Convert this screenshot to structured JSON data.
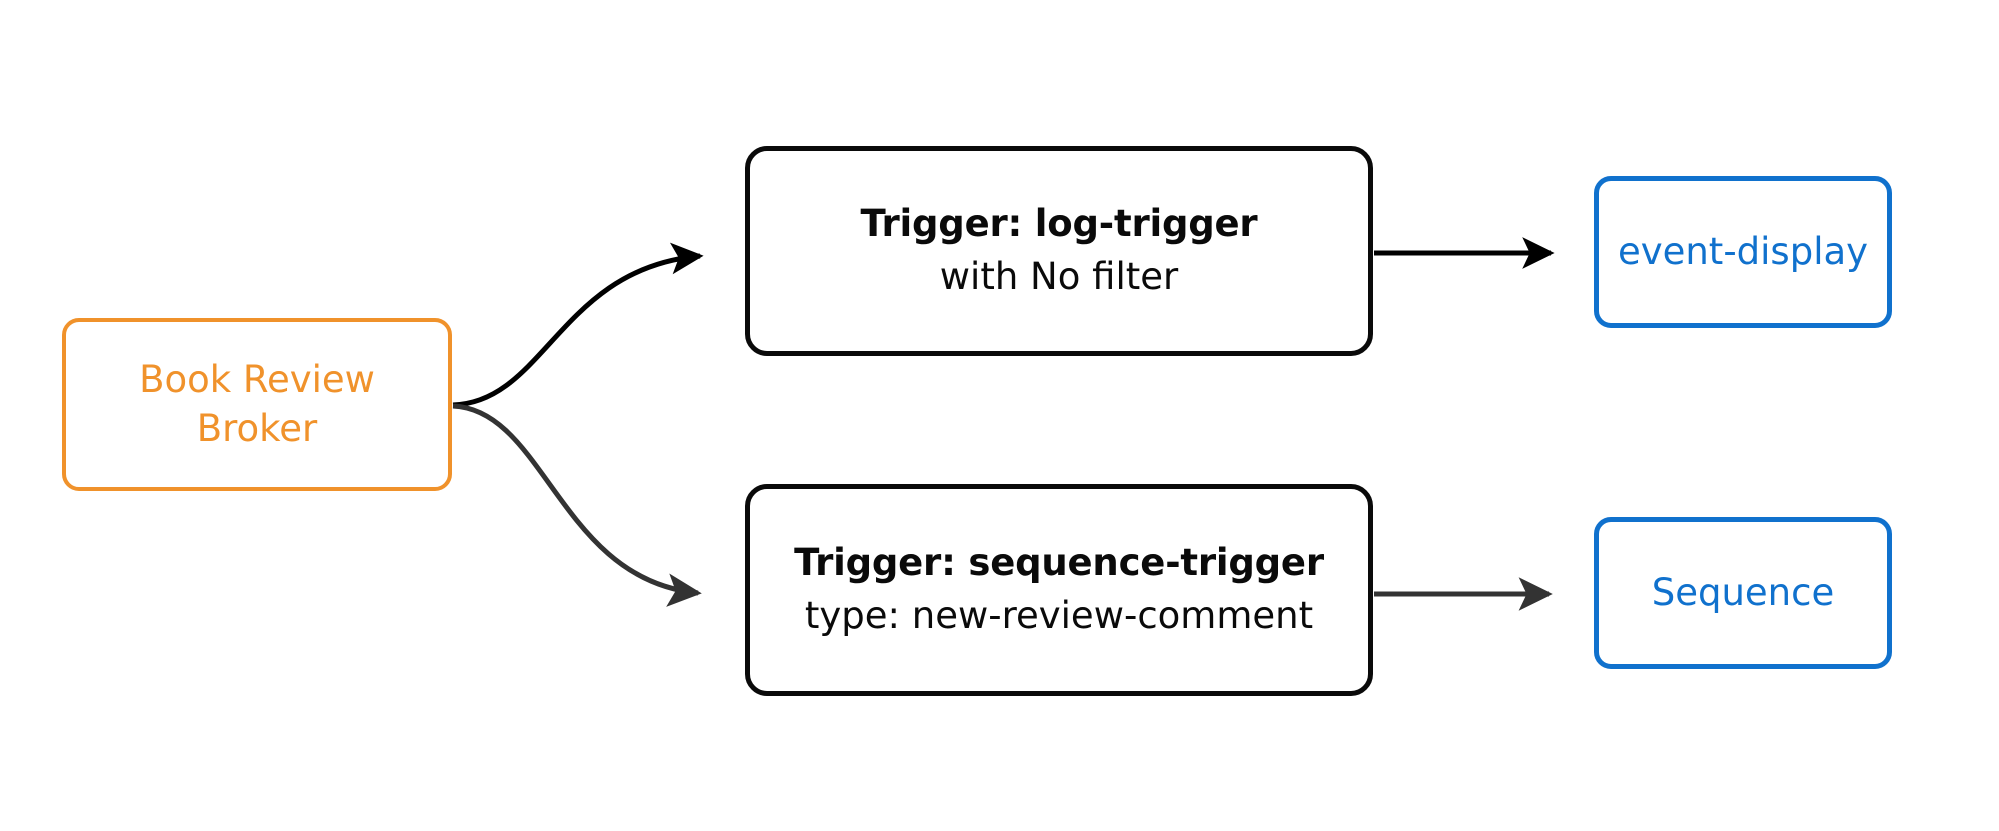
{
  "diagram": {
    "type": "flow-diagram",
    "background_color": "#ffffff",
    "colors": {
      "broker": "#f0922b",
      "trigger": "#0a0a0a",
      "destination": "#1071cd",
      "edge_primary": "#000000",
      "edge_secondary": "#333333"
    },
    "broker": {
      "name": "book-review-broker",
      "line1": "Book Review",
      "line2": "Broker"
    },
    "triggers": [
      {
        "id": "log-trigger",
        "title": "Trigger: log-trigger",
        "subtitle": "with No filter"
      },
      {
        "id": "sequence-trigger",
        "title": "Trigger: sequence-trigger",
        "subtitle": "type: new-review-comment"
      }
    ],
    "destinations": [
      {
        "id": "event-display",
        "label": "event-display"
      },
      {
        "id": "sequence",
        "label": "Sequence"
      }
    ],
    "edges": [
      {
        "id": "broker-to-log-trigger",
        "from": "book-review-broker",
        "to": "log-trigger",
        "style": "curved",
        "color": "#000000"
      },
      {
        "id": "broker-to-sequence-trigger",
        "from": "book-review-broker",
        "to": "sequence-trigger",
        "style": "curved",
        "color": "#333333"
      },
      {
        "id": "log-trigger-to-event-display",
        "from": "log-trigger",
        "to": "event-display",
        "style": "straight",
        "color": "#000000"
      },
      {
        "id": "sequence-trigger-to-sequence",
        "from": "sequence-trigger",
        "to": "sequence",
        "style": "straight",
        "color": "#333333"
      }
    ]
  }
}
